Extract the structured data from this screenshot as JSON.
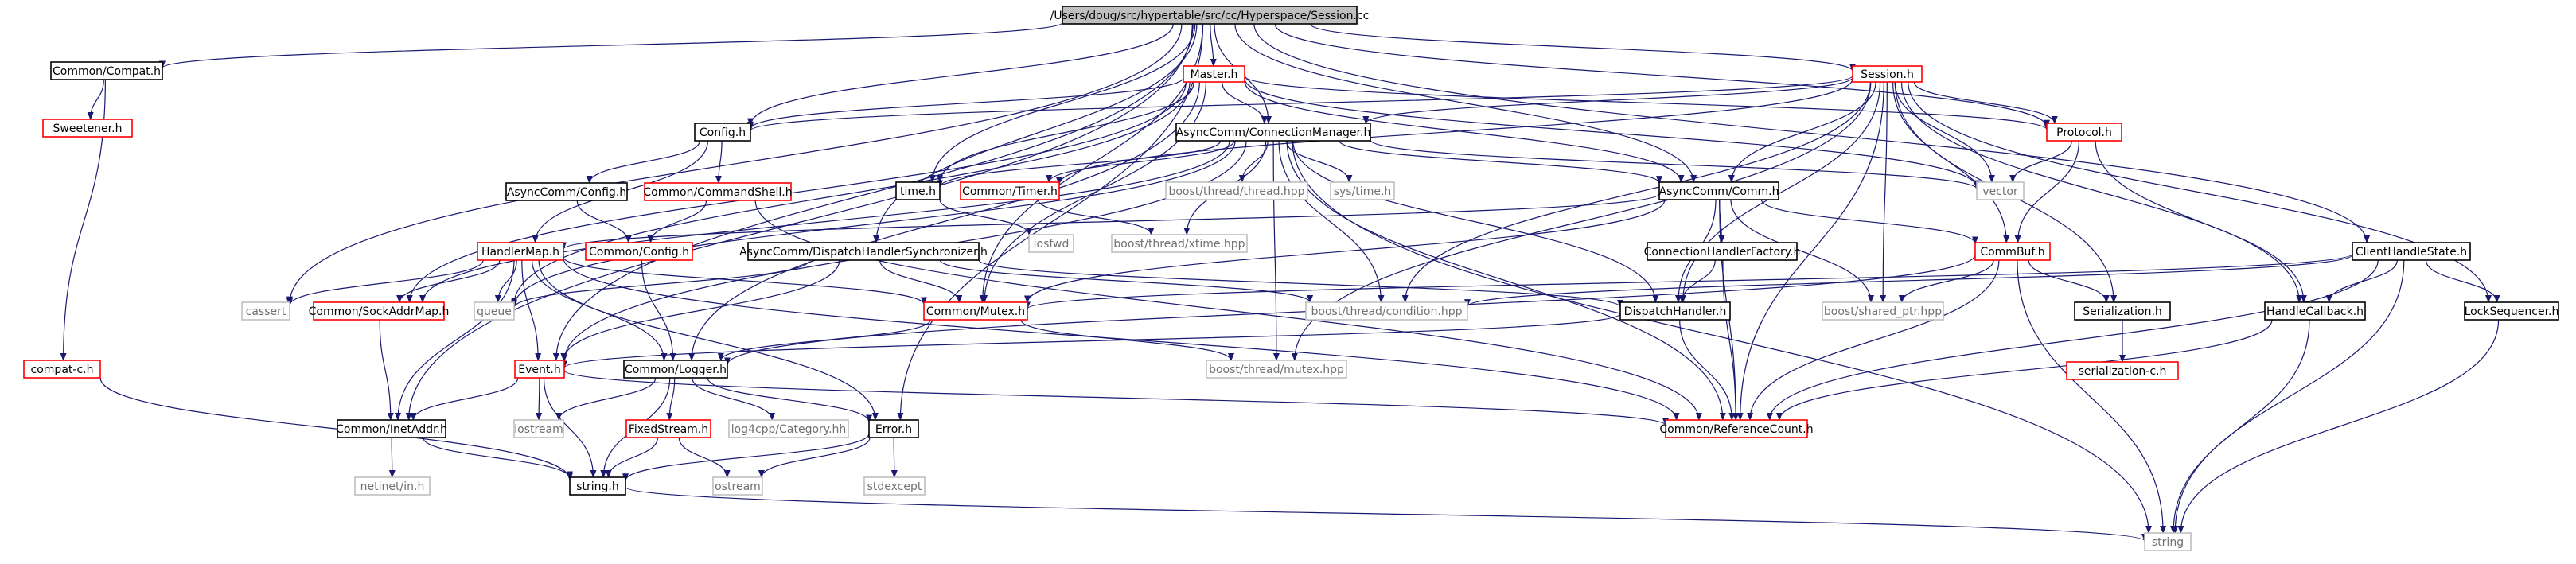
{
  "colors": {
    "edge": "#191970",
    "border_black": "#000000",
    "border_red": "#ff0000",
    "border_grey": "#bfbfbf",
    "root_fill": "#bfbfbf",
    "text_black": "#000000",
    "text_grey": "#707070"
  },
  "nodes": [
    {
      "id": "root",
      "label": "/Users/doug/src/hypertable/src/cc/Hyperspace/Session.cc",
      "style": "root"
    },
    {
      "id": "compat",
      "label": "Common/Compat.h",
      "style": "black"
    },
    {
      "id": "sweetener",
      "label": "Sweetener.h",
      "style": "red"
    },
    {
      "id": "compatc",
      "label": "compat-c.h",
      "style": "red"
    },
    {
      "id": "master",
      "label": "Master.h",
      "style": "red"
    },
    {
      "id": "session",
      "label": "Session.h",
      "style": "red"
    },
    {
      "id": "configh",
      "label": "Config.h",
      "style": "black"
    },
    {
      "id": "acconfig",
      "label": "AsyncComm/Config.h",
      "style": "black"
    },
    {
      "id": "cmdshell",
      "label": "Common/CommandShell.h",
      "style": "red"
    },
    {
      "id": "cconfig",
      "label": "Common/Config.h",
      "style": "red"
    },
    {
      "id": "connmgr",
      "label": "AsyncComm/ConnectionManager.h",
      "style": "black"
    },
    {
      "id": "protocol",
      "label": "Protocol.h",
      "style": "red"
    },
    {
      "id": "vector",
      "label": "vector",
      "style": "grey"
    },
    {
      "id": "timeh",
      "label": "time.h",
      "style": "black"
    },
    {
      "id": "ctimer",
      "label": "Common/Timer.h",
      "style": "red"
    },
    {
      "id": "bthread",
      "label": "boost/thread/thread.hpp",
      "style": "grey"
    },
    {
      "id": "systime",
      "label": "sys/time.h",
      "style": "grey"
    },
    {
      "id": "accomm",
      "label": "AsyncComm/Comm.h",
      "style": "black"
    },
    {
      "id": "iosfwd",
      "label": "iosfwd",
      "style": "grey"
    },
    {
      "id": "xtime",
      "label": "boost/thread/xtime.hpp",
      "style": "grey"
    },
    {
      "id": "handlermap",
      "label": "HandlerMap.h",
      "style": "red"
    },
    {
      "id": "dispsync",
      "label": "AsyncComm/DispatchHandlerSynchronizer.h",
      "style": "black"
    },
    {
      "id": "connhf",
      "label": "ConnectionHandlerFactory.h",
      "style": "black"
    },
    {
      "id": "commbuf",
      "label": "CommBuf.h",
      "style": "red"
    },
    {
      "id": "clientstate",
      "label": "ClientHandleState.h",
      "style": "black"
    },
    {
      "id": "cassert",
      "label": "cassert",
      "style": "grey"
    },
    {
      "id": "sockaddr",
      "label": "Common/SockAddrMap.h",
      "style": "red"
    },
    {
      "id": "queue",
      "label": "queue",
      "style": "grey"
    },
    {
      "id": "mutex",
      "label": "Common/Mutex.h",
      "style": "red"
    },
    {
      "id": "bcond",
      "label": "boost/thread/condition.hpp",
      "style": "grey"
    },
    {
      "id": "disphandler",
      "label": "DispatchHandler.h",
      "style": "black"
    },
    {
      "id": "bshared",
      "label": "boost/shared_ptr.hpp",
      "style": "grey"
    },
    {
      "id": "serial",
      "label": "Serialization.h",
      "style": "black"
    },
    {
      "id": "handlecb",
      "label": "HandleCallback.h",
      "style": "black"
    },
    {
      "id": "lockseq",
      "label": "LockSequencer.h",
      "style": "black"
    },
    {
      "id": "serialc",
      "label": "serialization-c.h",
      "style": "red"
    },
    {
      "id": "event",
      "label": "Event.h",
      "style": "red"
    },
    {
      "id": "logger",
      "label": "Common/Logger.h",
      "style": "black"
    },
    {
      "id": "bmutex",
      "label": "boost/thread/mutex.hpp",
      "style": "grey"
    },
    {
      "id": "refcount",
      "label": "Common/ReferenceCount.h",
      "style": "red"
    },
    {
      "id": "inetaddr",
      "label": "Common/InetAddr.h",
      "style": "black"
    },
    {
      "id": "iostream",
      "label": "iostream",
      "style": "grey"
    },
    {
      "id": "fixedstream",
      "label": "FixedStream.h",
      "style": "red"
    },
    {
      "id": "log4cpp",
      "label": "log4cpp/Category.hh",
      "style": "grey"
    },
    {
      "id": "errorh",
      "label": "Error.h",
      "style": "black"
    },
    {
      "id": "netinet",
      "label": "netinet/in.h",
      "style": "grey"
    },
    {
      "id": "stringh",
      "label": "string.h",
      "style": "black"
    },
    {
      "id": "ostream",
      "label": "ostream",
      "style": "grey"
    },
    {
      "id": "stdexcept",
      "label": "stdexcept",
      "style": "grey"
    },
    {
      "id": "string",
      "label": "string",
      "style": "grey"
    }
  ],
  "edges": [
    [
      "root",
      "compat"
    ],
    [
      "root",
      "master"
    ],
    [
      "root",
      "session"
    ],
    [
      "root",
      "configh"
    ],
    [
      "root",
      "connmgr"
    ],
    [
      "root",
      "protocol"
    ],
    [
      "root",
      "timeh"
    ],
    [
      "root",
      "accomm"
    ],
    [
      "root",
      "dispsync"
    ],
    [
      "root",
      "clientstate"
    ],
    [
      "root",
      "cassert"
    ],
    [
      "root",
      "event"
    ],
    [
      "root",
      "inetaddr"
    ],
    [
      "root",
      "errorh"
    ],
    [
      "root",
      "mutex"
    ],
    [
      "compat",
      "sweetener"
    ],
    [
      "compat",
      "compatc"
    ],
    [
      "compatc",
      "stringh"
    ],
    [
      "master",
      "configh"
    ],
    [
      "master",
      "connmgr"
    ],
    [
      "master",
      "protocol"
    ],
    [
      "master",
      "timeh"
    ],
    [
      "master",
      "accomm"
    ],
    [
      "master",
      "sockaddr"
    ],
    [
      "master",
      "queue"
    ],
    [
      "master",
      "vector"
    ],
    [
      "master",
      "mutex"
    ],
    [
      "master",
      "logger"
    ],
    [
      "session",
      "configh"
    ],
    [
      "session",
      "connmgr"
    ],
    [
      "session",
      "protocol"
    ],
    [
      "session",
      "ctimer"
    ],
    [
      "session",
      "accomm"
    ],
    [
      "session",
      "commbuf"
    ],
    [
      "session",
      "vector"
    ],
    [
      "session",
      "serial"
    ],
    [
      "session",
      "handlecb"
    ],
    [
      "session",
      "lockseq"
    ],
    [
      "session",
      "refcount"
    ],
    [
      "session",
      "bcond"
    ],
    [
      "session",
      "disphandler"
    ],
    [
      "session",
      "bmutex"
    ],
    [
      "session",
      "bshared"
    ],
    [
      "configh",
      "acconfig"
    ],
    [
      "configh",
      "cmdshell"
    ],
    [
      "configh",
      "handlermap"
    ],
    [
      "acconfig",
      "cconfig"
    ],
    [
      "cmdshell",
      "cconfig"
    ],
    [
      "cmdshell",
      "refcount"
    ],
    [
      "cconfig",
      "logger"
    ],
    [
      "connmgr",
      "ctimer"
    ],
    [
      "connmgr",
      "timeh"
    ],
    [
      "connmgr",
      "bthread"
    ],
    [
      "connmgr",
      "systime"
    ],
    [
      "connmgr",
      "accomm"
    ],
    [
      "connmgr",
      "bcond"
    ],
    [
      "connmgr",
      "disphandler"
    ],
    [
      "connmgr",
      "refcount"
    ],
    [
      "connmgr",
      "queue"
    ],
    [
      "connmgr",
      "sockaddr"
    ],
    [
      "connmgr",
      "xtime"
    ],
    [
      "connmgr",
      "bmutex"
    ],
    [
      "connmgr",
      "string"
    ],
    [
      "connmgr",
      "vector"
    ],
    [
      "connmgr",
      "event"
    ],
    [
      "protocol",
      "vector"
    ],
    [
      "protocol",
      "commbuf"
    ],
    [
      "protocol",
      "handlecb"
    ],
    [
      "timeh",
      "iosfwd"
    ],
    [
      "ctimer",
      "xtime"
    ],
    [
      "accomm",
      "connhf"
    ],
    [
      "accomm",
      "commbuf"
    ],
    [
      "accomm",
      "disphandler"
    ],
    [
      "accomm",
      "handlermap"
    ],
    [
      "accomm",
      "mutex"
    ],
    [
      "accomm",
      "refcount"
    ],
    [
      "accomm",
      "bshared"
    ],
    [
      "handlermap",
      "cassert"
    ],
    [
      "handlermap",
      "sockaddr"
    ],
    [
      "handlermap",
      "mutex"
    ],
    [
      "handlermap",
      "logger"
    ],
    [
      "handlermap",
      "event"
    ],
    [
      "handlermap",
      "errorh"
    ],
    [
      "handlermap",
      "refcount"
    ],
    [
      "handlermap",
      "queue"
    ],
    [
      "handlermap",
      "inetaddr"
    ],
    [
      "dispsync",
      "mutex"
    ],
    [
      "dispsync",
      "bcond"
    ],
    [
      "dispsync",
      "disphandler"
    ],
    [
      "dispsync",
      "queue"
    ],
    [
      "dispsync",
      "event"
    ],
    [
      "connhf",
      "disphandler"
    ],
    [
      "connhf",
      "refcount"
    ],
    [
      "commbuf",
      "serial"
    ],
    [
      "commbuf",
      "refcount"
    ],
    [
      "commbuf",
      "bshared"
    ],
    [
      "commbuf",
      "string"
    ],
    [
      "commbuf",
      "logger"
    ],
    [
      "clientstate",
      "handlecb"
    ],
    [
      "clientstate",
      "lockseq"
    ],
    [
      "clientstate",
      "refcount"
    ],
    [
      "clientstate",
      "string"
    ],
    [
      "clientstate",
      "mutex"
    ],
    [
      "clientstate",
      "bcond"
    ],
    [
      "sockaddr",
      "inetaddr"
    ],
    [
      "mutex",
      "logger"
    ],
    [
      "mutex",
      "bmutex"
    ],
    [
      "disphandler",
      "event"
    ],
    [
      "disphandler",
      "refcount"
    ],
    [
      "serial",
      "serialc"
    ],
    [
      "handlecb",
      "refcount"
    ],
    [
      "handlecb",
      "string"
    ],
    [
      "lockseq",
      "string"
    ],
    [
      "event",
      "inetaddr"
    ],
    [
      "event",
      "iostream"
    ],
    [
      "event",
      "stringh"
    ],
    [
      "event",
      "refcount"
    ],
    [
      "logger",
      "iostream"
    ],
    [
      "logger",
      "fixedstream"
    ],
    [
      "logger",
      "log4cpp"
    ],
    [
      "logger",
      "stringh"
    ],
    [
      "logger",
      "errorh"
    ],
    [
      "inetaddr",
      "netinet"
    ],
    [
      "inetaddr",
      "stringh"
    ],
    [
      "fixedstream",
      "ostream"
    ],
    [
      "fixedstream",
      "stringh"
    ],
    [
      "errorh",
      "stringh"
    ],
    [
      "errorh",
      "ostream"
    ],
    [
      "errorh",
      "stdexcept"
    ],
    [
      "stringh",
      "string"
    ]
  ]
}
